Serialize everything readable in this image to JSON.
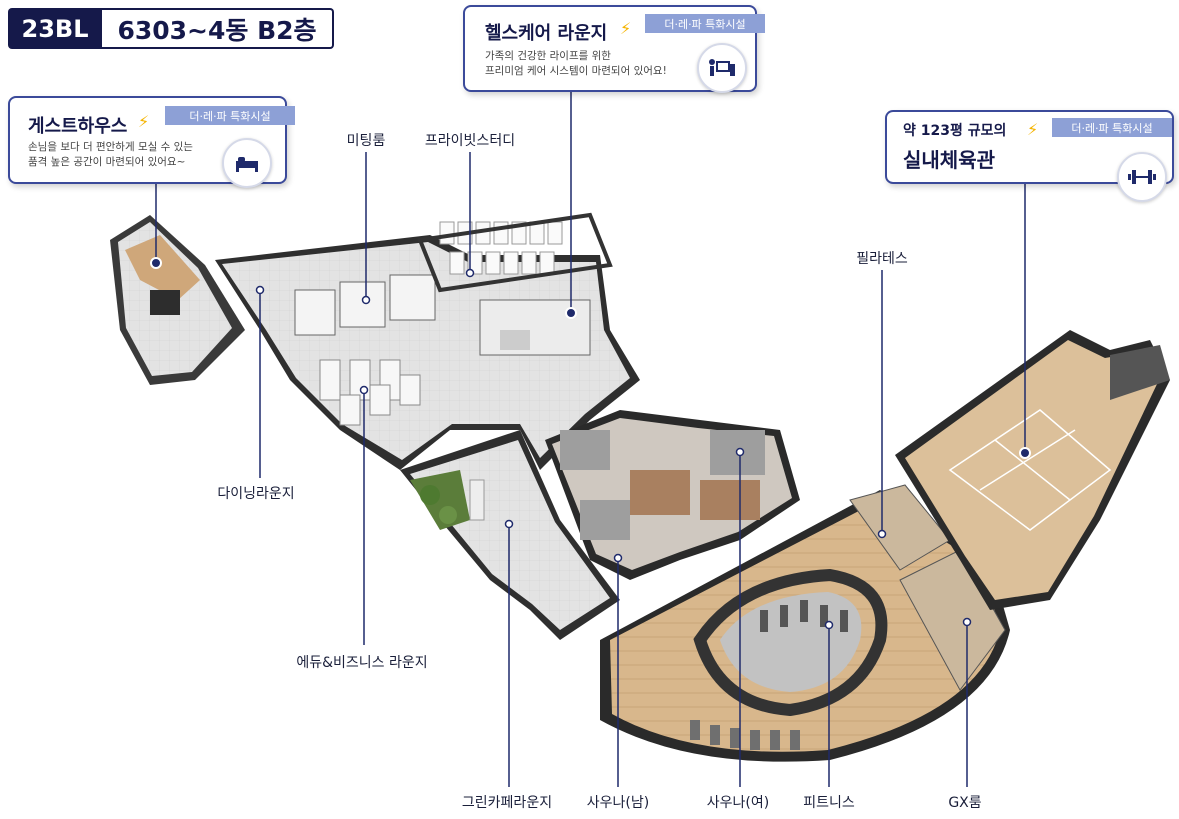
{
  "header": {
    "block": "23BL",
    "title": "6303~4동 B2층"
  },
  "callouts": {
    "guesthouse": {
      "title": "게스트하우스",
      "tag": "더·레·파 특화시설",
      "desc": [
        "손님을 보다 더 편안하게 모실 수 있는",
        "품격 높은 공간이 마련되어 있어요~"
      ],
      "icon": "bed-icon"
    },
    "healthcare": {
      "title": "헬스케어 라운지",
      "tag": "더·레·파 특화시설",
      "desc": [
        "가족의 건강한 라이프를 위한",
        "프리미엄 케어 시스템이 마련되어 있어요!"
      ],
      "icon": "health-monitor-icon"
    },
    "gym": {
      "prefix": "약 123평 규모의",
      "title": "실내체육관",
      "tag": "더·레·파 특화시설",
      "icon": "dumbbell-icon"
    }
  },
  "labels": {
    "meeting": "미팅룸",
    "private_study": "프라이빗스터디",
    "pilates": "필라테스",
    "dining": "다이닝라운지",
    "edu_biz": "에듀&비즈니스 라운지",
    "green_cafe": "그린카페라운지",
    "sauna_m": "사우나(남)",
    "sauna_f": "사우나(여)",
    "fitness": "피트니스",
    "gx": "GX룸"
  },
  "colors": {
    "navy": "#15194a",
    "accent_blue": "#3b4a9a",
    "tag_blue": "#8da0d6",
    "spark": "#f5b400",
    "wood": "#d9b98f"
  }
}
